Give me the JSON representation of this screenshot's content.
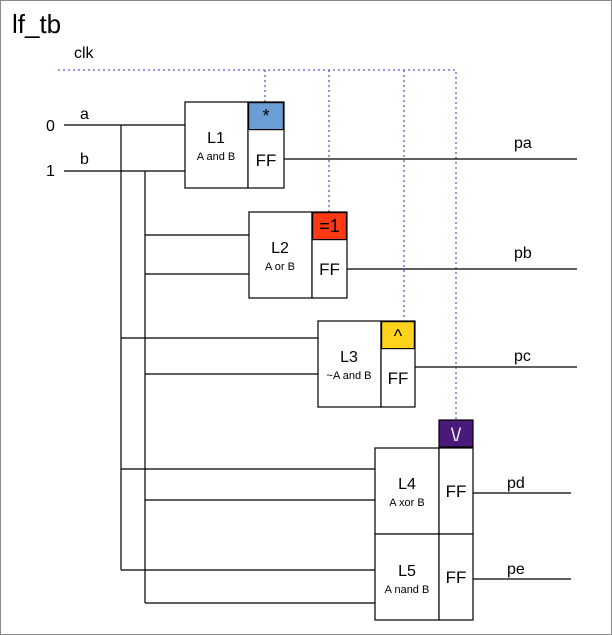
{
  "title": "lf_tb",
  "clock": {
    "label": "clk"
  },
  "inputs": [
    {
      "value": "0",
      "name": "a"
    },
    {
      "value": "1",
      "name": "b"
    }
  ],
  "blocks": [
    {
      "id": "L1",
      "function": "A and B",
      "ff": "FF",
      "op": "*",
      "op_color": "#6a9ed5",
      "output": "pa"
    },
    {
      "id": "L2",
      "function": "A or B",
      "ff": "FF",
      "op": "=1",
      "op_color": "#ff3a12",
      "output": "pb"
    },
    {
      "id": "L3",
      "function": "~A and B",
      "ff": "FF",
      "op": "^",
      "op_color": "#ffd21c",
      "output": "pc"
    },
    {
      "id": "L4",
      "function": "A xor B",
      "ff": "FF",
      "op": "\\/",
      "op_color": "#4a1a7a",
      "output": "pd"
    },
    {
      "id": "L5",
      "function": "A nand B",
      "ff": "FF",
      "op": "",
      "op_color": "",
      "output": "pe"
    }
  ]
}
